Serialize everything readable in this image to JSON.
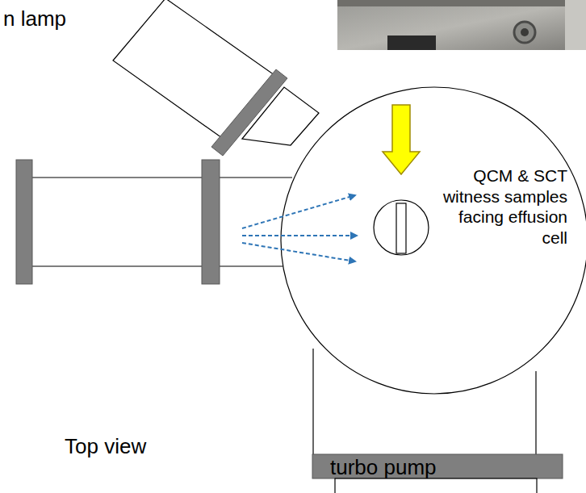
{
  "diagram": {
    "nodes": [
      {
        "text": [
          "QCM & SCT witness samples facing effusion cell"
        ]
      },
      {
        "text": [
          "turbo pump"
        ]
      }
    ],
    "labels": [
      "n lamp",
      "Top view"
    ]
  }
}
